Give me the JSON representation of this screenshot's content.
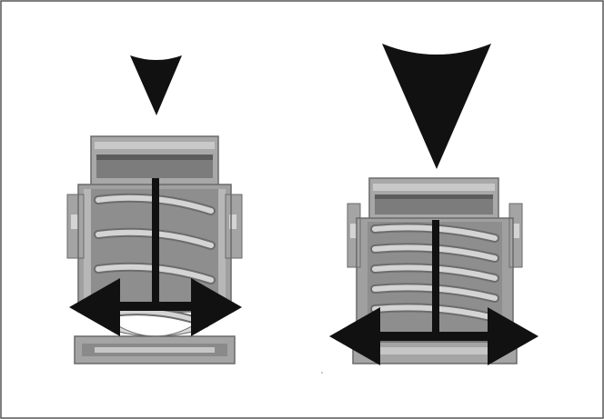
{
  "colors": {
    "frame": "#555555",
    "body_light": "#b4b4b4",
    "body_mid": "#9a9a9a",
    "body_dark": "#6e6e6e",
    "spring": "#d2d2d2",
    "spring_shadow": "#7a7a7a",
    "arrow": "#111111",
    "background": "#ffffff"
  },
  "diagram": {
    "panels": [
      {
        "name": "left-valve",
        "state": "low-force",
        "force_arrow_size": "small"
      },
      {
        "name": "right-valve",
        "state": "high-force",
        "force_arrow_size": "large"
      }
    ]
  }
}
